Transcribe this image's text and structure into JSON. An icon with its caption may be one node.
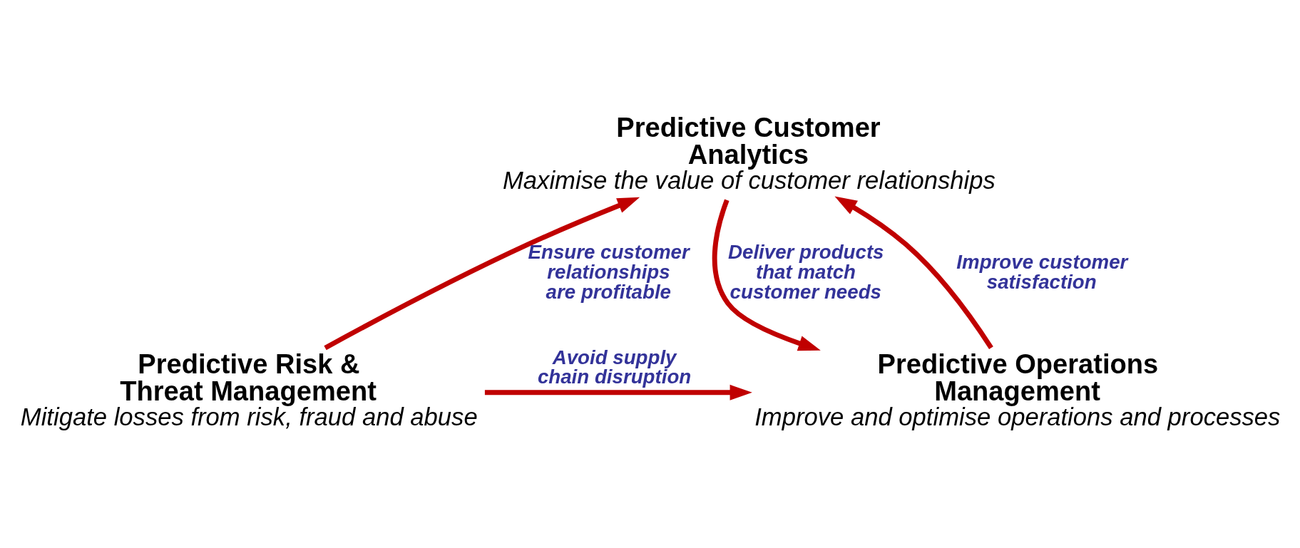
{
  "diagram": {
    "nodes": [
      {
        "text": [
          "Predictive Customer Analytics",
          "Maximise the value of customer relationships"
        ]
      },
      {
        "text": [
          "Predictive Operations Management",
          "Improve and optimise operations and processes"
        ]
      },
      {
        "text": [
          "Predictive Risk & Threat Management",
          "Mitigate losses from risk, fraud and abuse"
        ]
      }
    ],
    "edges": [
      {
        "from": 0,
        "to": 1,
        "arrow": "to",
        "label": "Deliver products that match customer needs"
      },
      {
        "from": 1,
        "to": 0,
        "arrow": "to",
        "label": "Improve customer satisfaction"
      },
      {
        "from": 2,
        "to": 0,
        "arrow": "to",
        "label": "Ensure customer relationships are profitable"
      },
      {
        "from": 2,
        "to": 1,
        "arrow": "to",
        "label": "Avoid supply chain disruption"
      }
    ]
  }
}
